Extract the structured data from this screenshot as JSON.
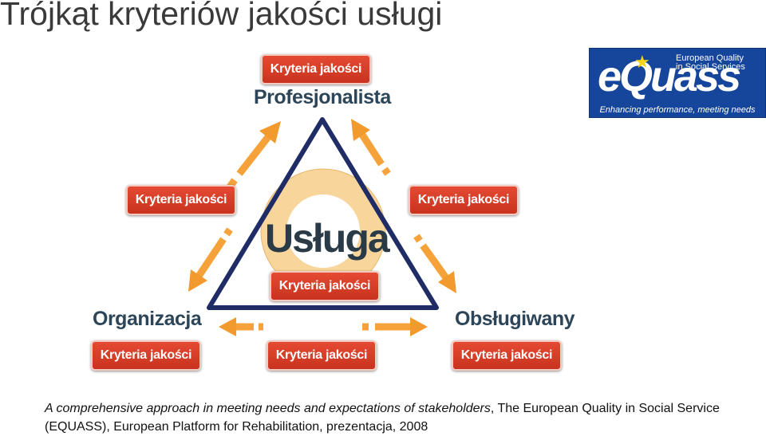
{
  "title": "Trójkąt kryteriów jakości usługi",
  "logo": {
    "word": "eQuass",
    "line1": "European Quality",
    "line2": "in Social Services",
    "tagline": "Enhancing performance, meeting needs"
  },
  "diagram": {
    "top_node": "Profesjonalista",
    "left_node": "Organizacja",
    "right_node": "Obsługiwany",
    "center_label": "Usługa",
    "badge_label": "Kryteria jakości"
  },
  "caption": {
    "italic": "A comprehensive approach in meeting needs and expectations of stakeholders",
    "rest": ", The European Quality in Social Service (EQUASS), European Platform for Rehabilitation, prezentacja, 2008"
  },
  "colors": {
    "triangle": "#1f2c66",
    "circle_outer": "#f8d59a",
    "circle_inner": "#ffffff",
    "arrow": "#f6a23a",
    "badge": "#d63b25"
  }
}
